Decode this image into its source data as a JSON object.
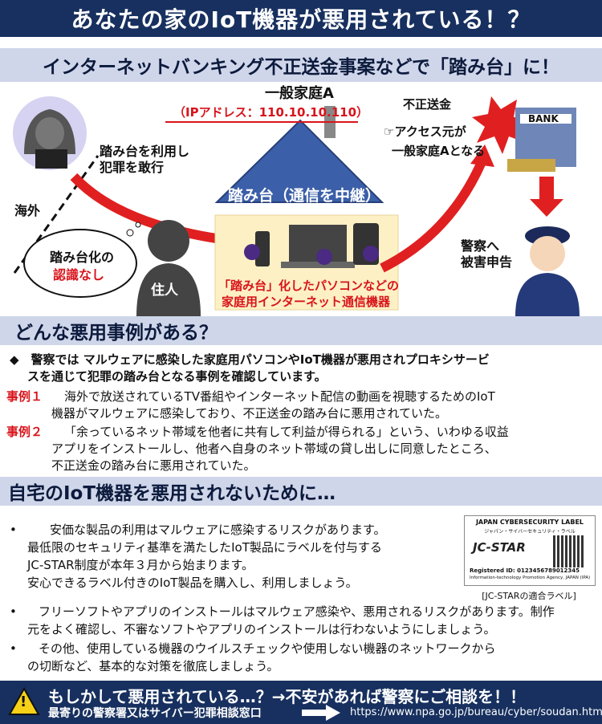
{
  "title": "あなたの家のIoT機器が悪用されている！？",
  "section1": {
    "heading": "インターネットバンキング不正送金事案などで「踏み台」に！",
    "household_name": "一般家庭A",
    "ip_address": "（IPアドレス：110.10.10.110）",
    "criminal_text_1": "踏み台を利用し",
    "criminal_text_2": "犯罪を敢行",
    "overseas": "海外",
    "fraud_transfer": "不正送金",
    "access_text_1": "☞アクセス元が",
    "access_text_2": "一般家庭Aとなる",
    "bank": "BANK",
    "stepping_stone": "踏み台（通信を中継）",
    "bubble_1": "踏み台化の",
    "bubble_2": "認識なし",
    "resident": "住人",
    "devices_1": "「踏み台」化したパソコンなどの",
    "devices_2": "家庭用インターネット通信機器",
    "police_1": "警察へ",
    "police_2": "被害申告"
  },
  "section2": {
    "heading": "どんな悪用事例がある？",
    "bullet": "◆　警察では マルウェアに感染した家庭用パソコンやIoT機器が悪用されプロキシサービ",
    "bullet_cont": "スを通じて犯罪の踏み台となる事例を確認しています。",
    "case1_label": "事例１",
    "case1_line1": "海外で放送されているTV番組やインターネット配信の動画を視聴するためのIoT",
    "case1_line2": "機器がマルウェアに感染しており、不正送金の踏み台に悪用されていた。",
    "case2_label": "事例２",
    "case2_line1": "「余っているネット帯域を他者に共有して利益が得られる」という、いわゆる収益",
    "case2_line2": "アプリをインストールし、他者へ自身のネット帯域の貸し出しに同意したところ、",
    "case2_line3": "不正送金の踏み台に悪用されていた。"
  },
  "section3": {
    "heading": "自宅のIoT機器を悪用されないために…",
    "b1_line1": "安価な製品の利用はマルウェアに感染するリスクがあります。",
    "b1_line2": "最低限のセキュリティ基準を満たしたIoT製品にラベルを付与する",
    "b1_line3": "JC-STAR制度が本年３月から始まります。",
    "b1_line4": "安心できるラベル付きのIoT製品を購入し、利用しましょう。",
    "b2_line1": "フリーソフトやアプリのインストールはマルウェア感染や、悪用されるリスクがあります。制作",
    "b2_line2": "元をよく確認し、不審なソフトやアプリのインストールは行わないようにしましょう。",
    "b3_line1": "その他、使用している機器のウイルスチェックや使用しない機器のネットワークから",
    "b3_line2": "の切断など、基本的な対策を徹底しましょう。",
    "bullet_mark": "•",
    "label_title": "JAPAN CYBERSECURITY LABEL",
    "label_sub": "ジャパン・サイバーセキュリティ・ラベル",
    "label_logo": "JC-STAR",
    "label_reg": "Registered ID: 0123456789012345",
    "label_agency": "Information-technology Promotion Agency, JAPAN (IPA)",
    "label_caption": "[JC-STARの適合ラベル]"
  },
  "bottom": {
    "warning_mark": "!",
    "main": "もしかして悪用されている…？→不安があれば警察にご相談を！！",
    "sub": "最寄りの警察署又はサイバー犯罪相談窓口",
    "url": "https://www.npa.go.jp/bureau/cyber/soudan.html"
  },
  "colors": {
    "navy": "#17305f",
    "section_bg": "#cfd6ea",
    "red": "#d8141b",
    "house_wall": "#fdf0c4",
    "roof": "#3b5fa8"
  }
}
